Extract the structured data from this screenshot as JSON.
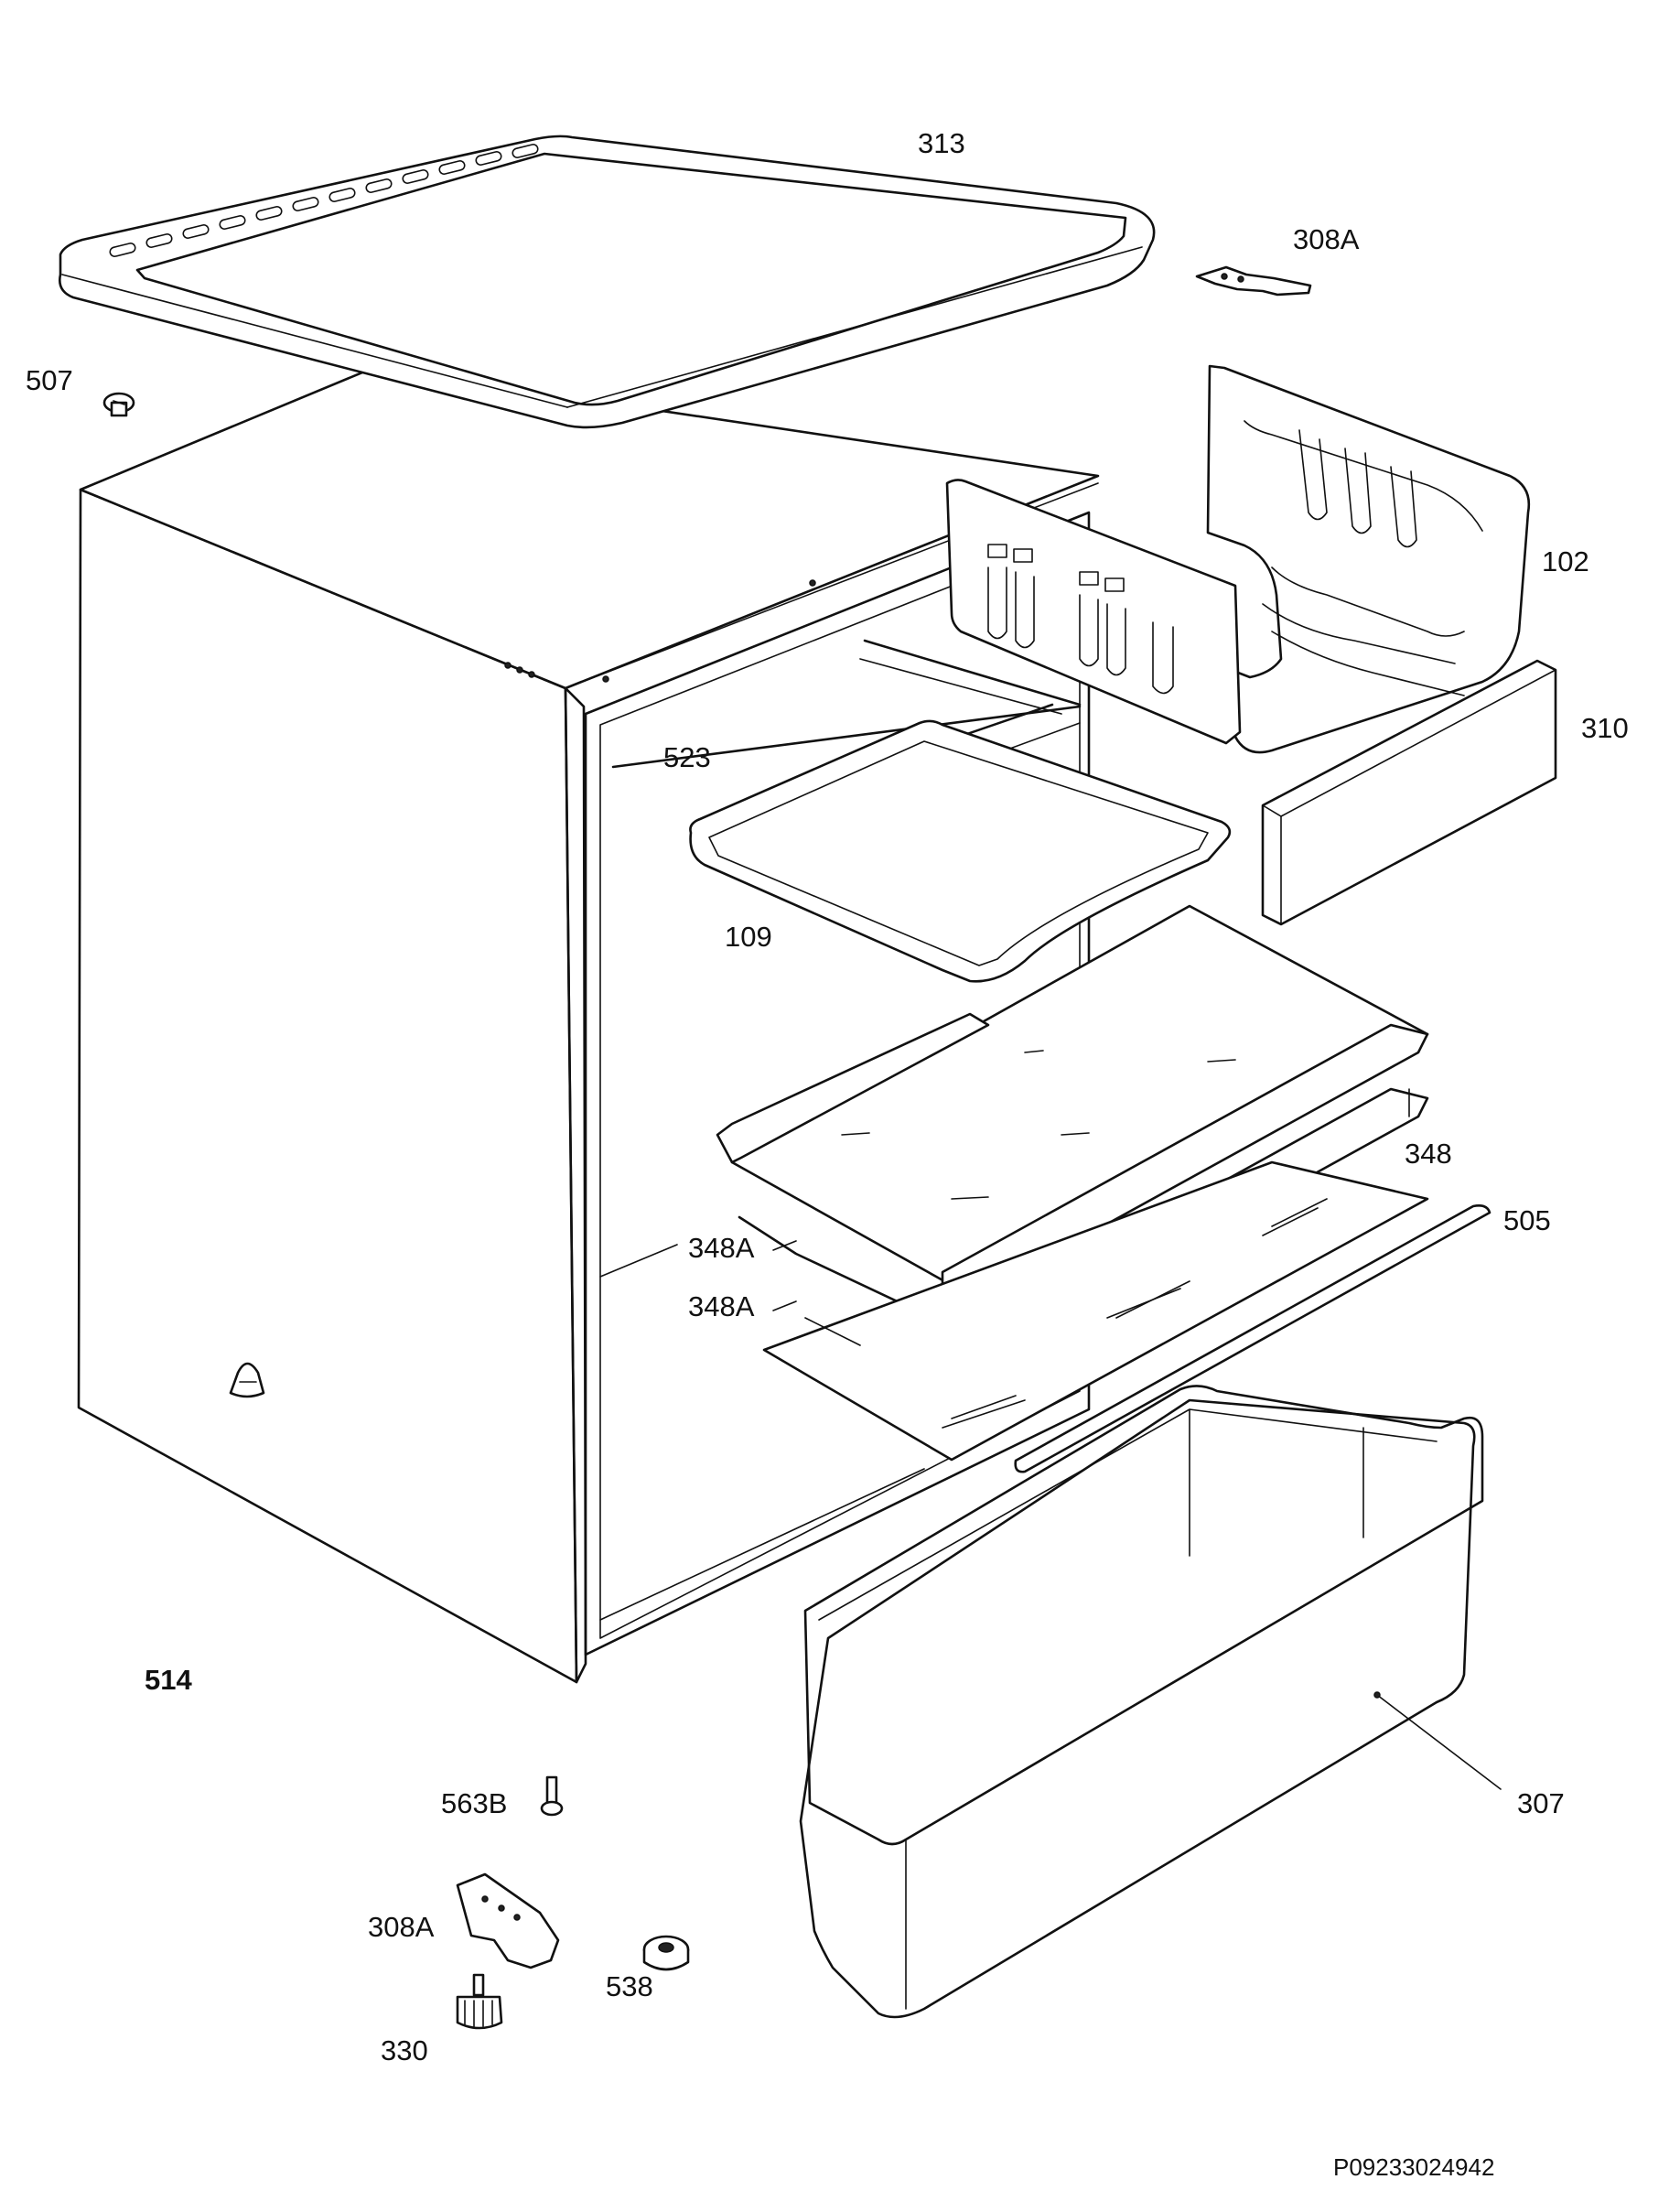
{
  "diagram": {
    "labels": {
      "p313": "313",
      "p308a_top": "308A",
      "p507": "507",
      "p102": "102",
      "p310": "310",
      "p523": "523",
      "p109": "109",
      "p348": "348",
      "p505": "505",
      "p348a_1": "348A",
      "p348a_2": "348A",
      "p514": "514",
      "p307": "307",
      "p563b": "563B",
      "p308a_bottom": "308A",
      "p538": "538",
      "p330": "330"
    },
    "reference_code": "P09233024942"
  },
  "colors": {
    "line": "#111111",
    "background": "#ffffff"
  }
}
